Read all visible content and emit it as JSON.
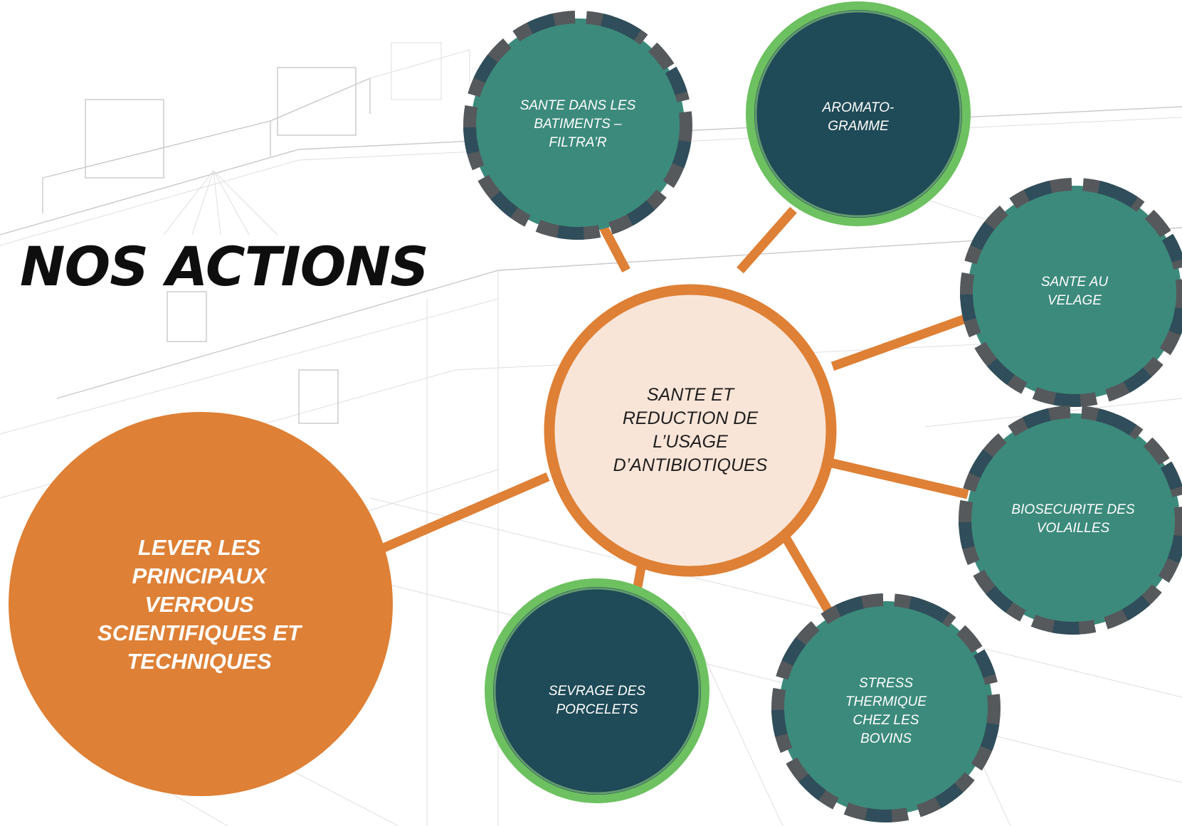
{
  "title": "NOS ACTIONS",
  "main_node": {
    "label": "LEVER LES PRINCIPAUX VERROUS SCIENTIFIQUES ET TECHNIQUES"
  },
  "hub_node": {
    "label": "SANTE ET REDUCTION DE L’USAGE D’ANTIBIOTIQUES"
  },
  "satellites": [
    {
      "id": "filtrar",
      "label": "SANTE DANS LES BATIMENTS – FILTRA’R",
      "style": "dashed"
    },
    {
      "id": "aromatogramme",
      "label": "AROMATO-GRAMME",
      "style": "solid"
    },
    {
      "id": "velage",
      "label": "SANTE AU VELAGE",
      "style": "dashed"
    },
    {
      "id": "volailles",
      "label": "BIOSECURITE DES VOLAILLES",
      "style": "dashed"
    },
    {
      "id": "bovins",
      "label": "STRESS THERMIQUE CHEZ LES BOVINS",
      "style": "dashed"
    },
    {
      "id": "porcelets",
      "label": "SEVRAGE DES PORCELETS",
      "style": "solid"
    }
  ],
  "colors": {
    "orange": "#de8035",
    "hub_fill": "#f9e5d8",
    "teal": "#3c8a7c",
    "dark_teal": "#1f4a57",
    "green_ring": "#6dc160",
    "dash_dark": "#2f4d5a",
    "dash_grey": "#55595c"
  }
}
